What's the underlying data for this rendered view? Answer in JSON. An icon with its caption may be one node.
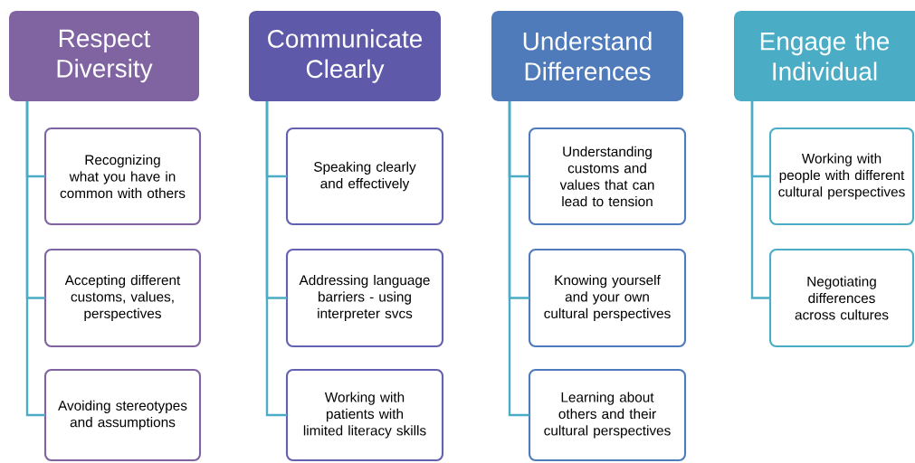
{
  "diagram": {
    "nodes": [
      {
        "text": [
          "Respect Diversity"
        ]
      },
      {
        "text": [
          "Recognizing what you have in common with others"
        ]
      },
      {
        "text": [
          "Accepting different customs, values, perspectives"
        ]
      },
      {
        "text": [
          "Avoiding stereotypes and assumptions"
        ]
      },
      {
        "text": [
          "Communicate Clearly"
        ]
      },
      {
        "text": [
          "Speaking clearly and effectively"
        ]
      },
      {
        "text": [
          "Addressing language barriers - using interpreter svcs"
        ]
      },
      {
        "text": [
          "Working with patients with limited literacy skills"
        ]
      },
      {
        "text": [
          "Understand Differences"
        ]
      },
      {
        "text": [
          "Understanding customs and values that can lead to tension"
        ]
      },
      {
        "text": [
          "Knowing yourself and your own cultural perspectives"
        ]
      },
      {
        "text": [
          "Learning about others and their cultural perspectives"
        ]
      },
      {
        "text": [
          "Engage the Individual"
        ]
      },
      {
        "text": [
          "Working with people with different cultural perspectives"
        ]
      },
      {
        "text": [
          "Negotiating differences across cultures"
        ]
      }
    ],
    "edges": [
      {
        "from": 0,
        "to": 1,
        "arrow": "none"
      },
      {
        "from": 0,
        "to": 2,
        "arrow": "none"
      },
      {
        "from": 0,
        "to": 3,
        "arrow": "none"
      },
      {
        "from": 4,
        "to": 5,
        "arrow": "none"
      },
      {
        "from": 4,
        "to": 6,
        "arrow": "none"
      },
      {
        "from": 4,
        "to": 7,
        "arrow": "none"
      },
      {
        "from": 8,
        "to": 9,
        "arrow": "none"
      },
      {
        "from": 8,
        "to": 10,
        "arrow": "none"
      },
      {
        "from": 8,
        "to": 11,
        "arrow": "none"
      },
      {
        "from": 12,
        "to": 13,
        "arrow": "none"
      },
      {
        "from": 12,
        "to": 14,
        "arrow": "none"
      }
    ]
  }
}
